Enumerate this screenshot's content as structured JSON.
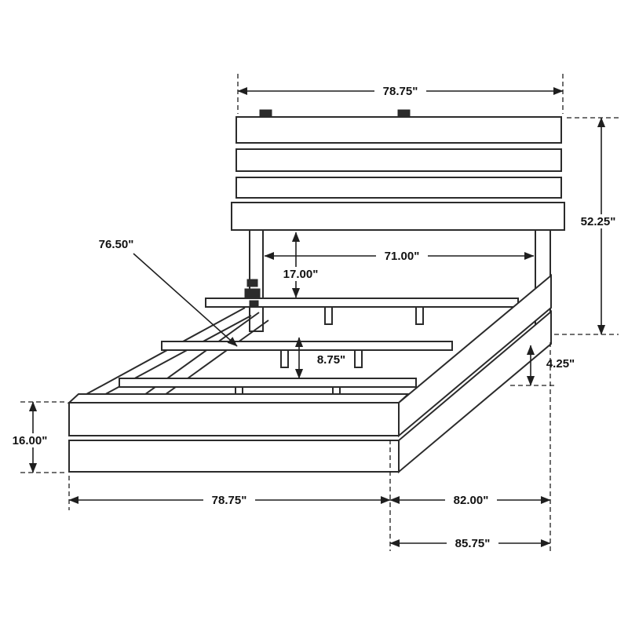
{
  "colors": {
    "background": "#ffffff",
    "line": "#2b2b2b",
    "text": "#111111"
  },
  "drawing": {
    "labels": {
      "headboard_width": "78.75\"",
      "headboard_height": "52.25\"",
      "between_legs_width": "71.00\"",
      "headboard_leg_height": "17.00\"",
      "side_rail_length": "76.50\"",
      "slat_support_height": "8.75\"",
      "side_rail_board_height": "4.25\"",
      "footboard_height": "16.00\"",
      "footboard_width": "78.75\"",
      "frame_length": "82.00\"",
      "overall_length": "85.75\""
    }
  }
}
